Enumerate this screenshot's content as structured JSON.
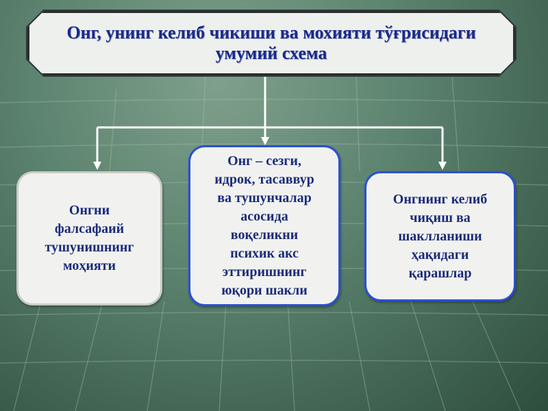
{
  "title": "Онг, унинг келиб чикиши ва мохияти тўғрисидаги умумий схема",
  "boxes": {
    "left": "Онгни\nфалсафаий\nтушунишнинг\nмоҳияти",
    "center": "Онг – сезги,\nидрок, тасаввур\nва тушунчалар\nасосида\nвоқеликни\nпсихик акс\nэттиришнинг\nюқори шакли",
    "right": "Онгнинг келиб\nчиқиш ва\nшаклланиши\nҳақидаги\nқарашлар"
  },
  "colors": {
    "text": "#1b2b7a",
    "box_fill": "#f1f2ef",
    "box_border": "#2a4fd8",
    "connector": "#ffffff",
    "background": "#5d8470"
  }
}
